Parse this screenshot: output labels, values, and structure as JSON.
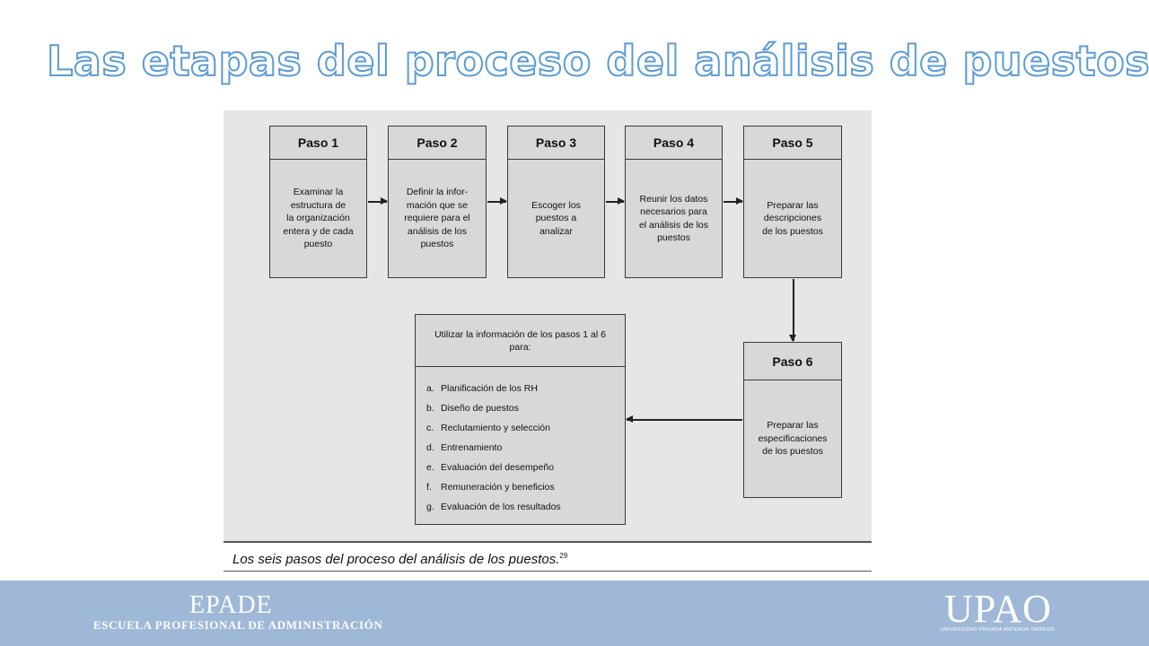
{
  "title": "Las etapas del proceso del análisis de puestos",
  "steps": [
    {
      "label": "Paso 1",
      "text": "Examinar la\nestructura de\nla organización\nentera y de cada\npuesto"
    },
    {
      "label": "Paso 2",
      "text": "Definir la infor-\nmación que se\nrequiere para el\nanálisis de los\npuestos"
    },
    {
      "label": "Paso 3",
      "text": "Escoger los\npuestos a\nanalizar"
    },
    {
      "label": "Paso 4",
      "text": "Reunir los datos\nnecesarios para\nel análisis de los\npuestos"
    },
    {
      "label": "Paso 5",
      "text": "Preparar las\ndescripciones\nde los puestos"
    },
    {
      "label": "Paso 6",
      "text": "Preparar las\nespecificaciones\nde los puestos"
    }
  ],
  "uses": {
    "header": "Utilizar la información de los pasos 1 al 6 para:",
    "items": [
      {
        "letter": "a.",
        "text": "Planificación de los RH"
      },
      {
        "letter": "b.",
        "text": "Diseño de puestos"
      },
      {
        "letter": "c.",
        "text": "Reclutamiento y selección"
      },
      {
        "letter": "d.",
        "text": "Entrenamiento"
      },
      {
        "letter": "e.",
        "text": "Evaluación del desempeño"
      },
      {
        "letter": "f.",
        "text": "Remuneración y beneficios"
      },
      {
        "letter": "g.",
        "text": "Evaluación de los resultados"
      }
    ]
  },
  "caption": {
    "text": "Los seis pasos del proceso del análisis de los puestos.",
    "note": "29"
  },
  "footer": {
    "left_name": "EPADE",
    "left_sub": "ESCUELA PROFESIONAL DE ADMINISTRACIÓN",
    "right_name": "UPAO",
    "right_sub": "UNIVERSIDAD PRIVADA ANTENOR ORREGO"
  }
}
